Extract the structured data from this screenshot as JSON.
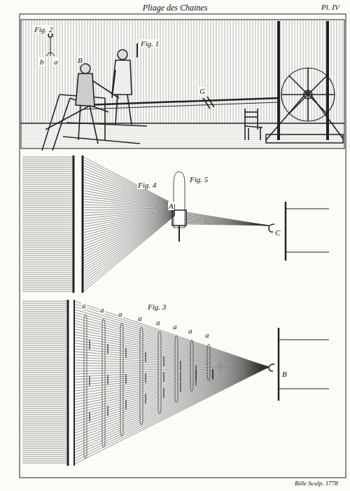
{
  "diagram": {
    "title": "Pliage des Chaines",
    "labels": [
      "Pl. IV",
      "Fig. 2",
      "a",
      "b",
      "Fig. 1",
      "B",
      "G",
      "Fig. 4",
      "Fig. 5",
      "A",
      "C",
      "Fig. 3",
      "a",
      "a",
      "a",
      "a",
      "a",
      "a",
      "a",
      "a",
      "B",
      "Bille Sculp. 1778"
    ]
  }
}
